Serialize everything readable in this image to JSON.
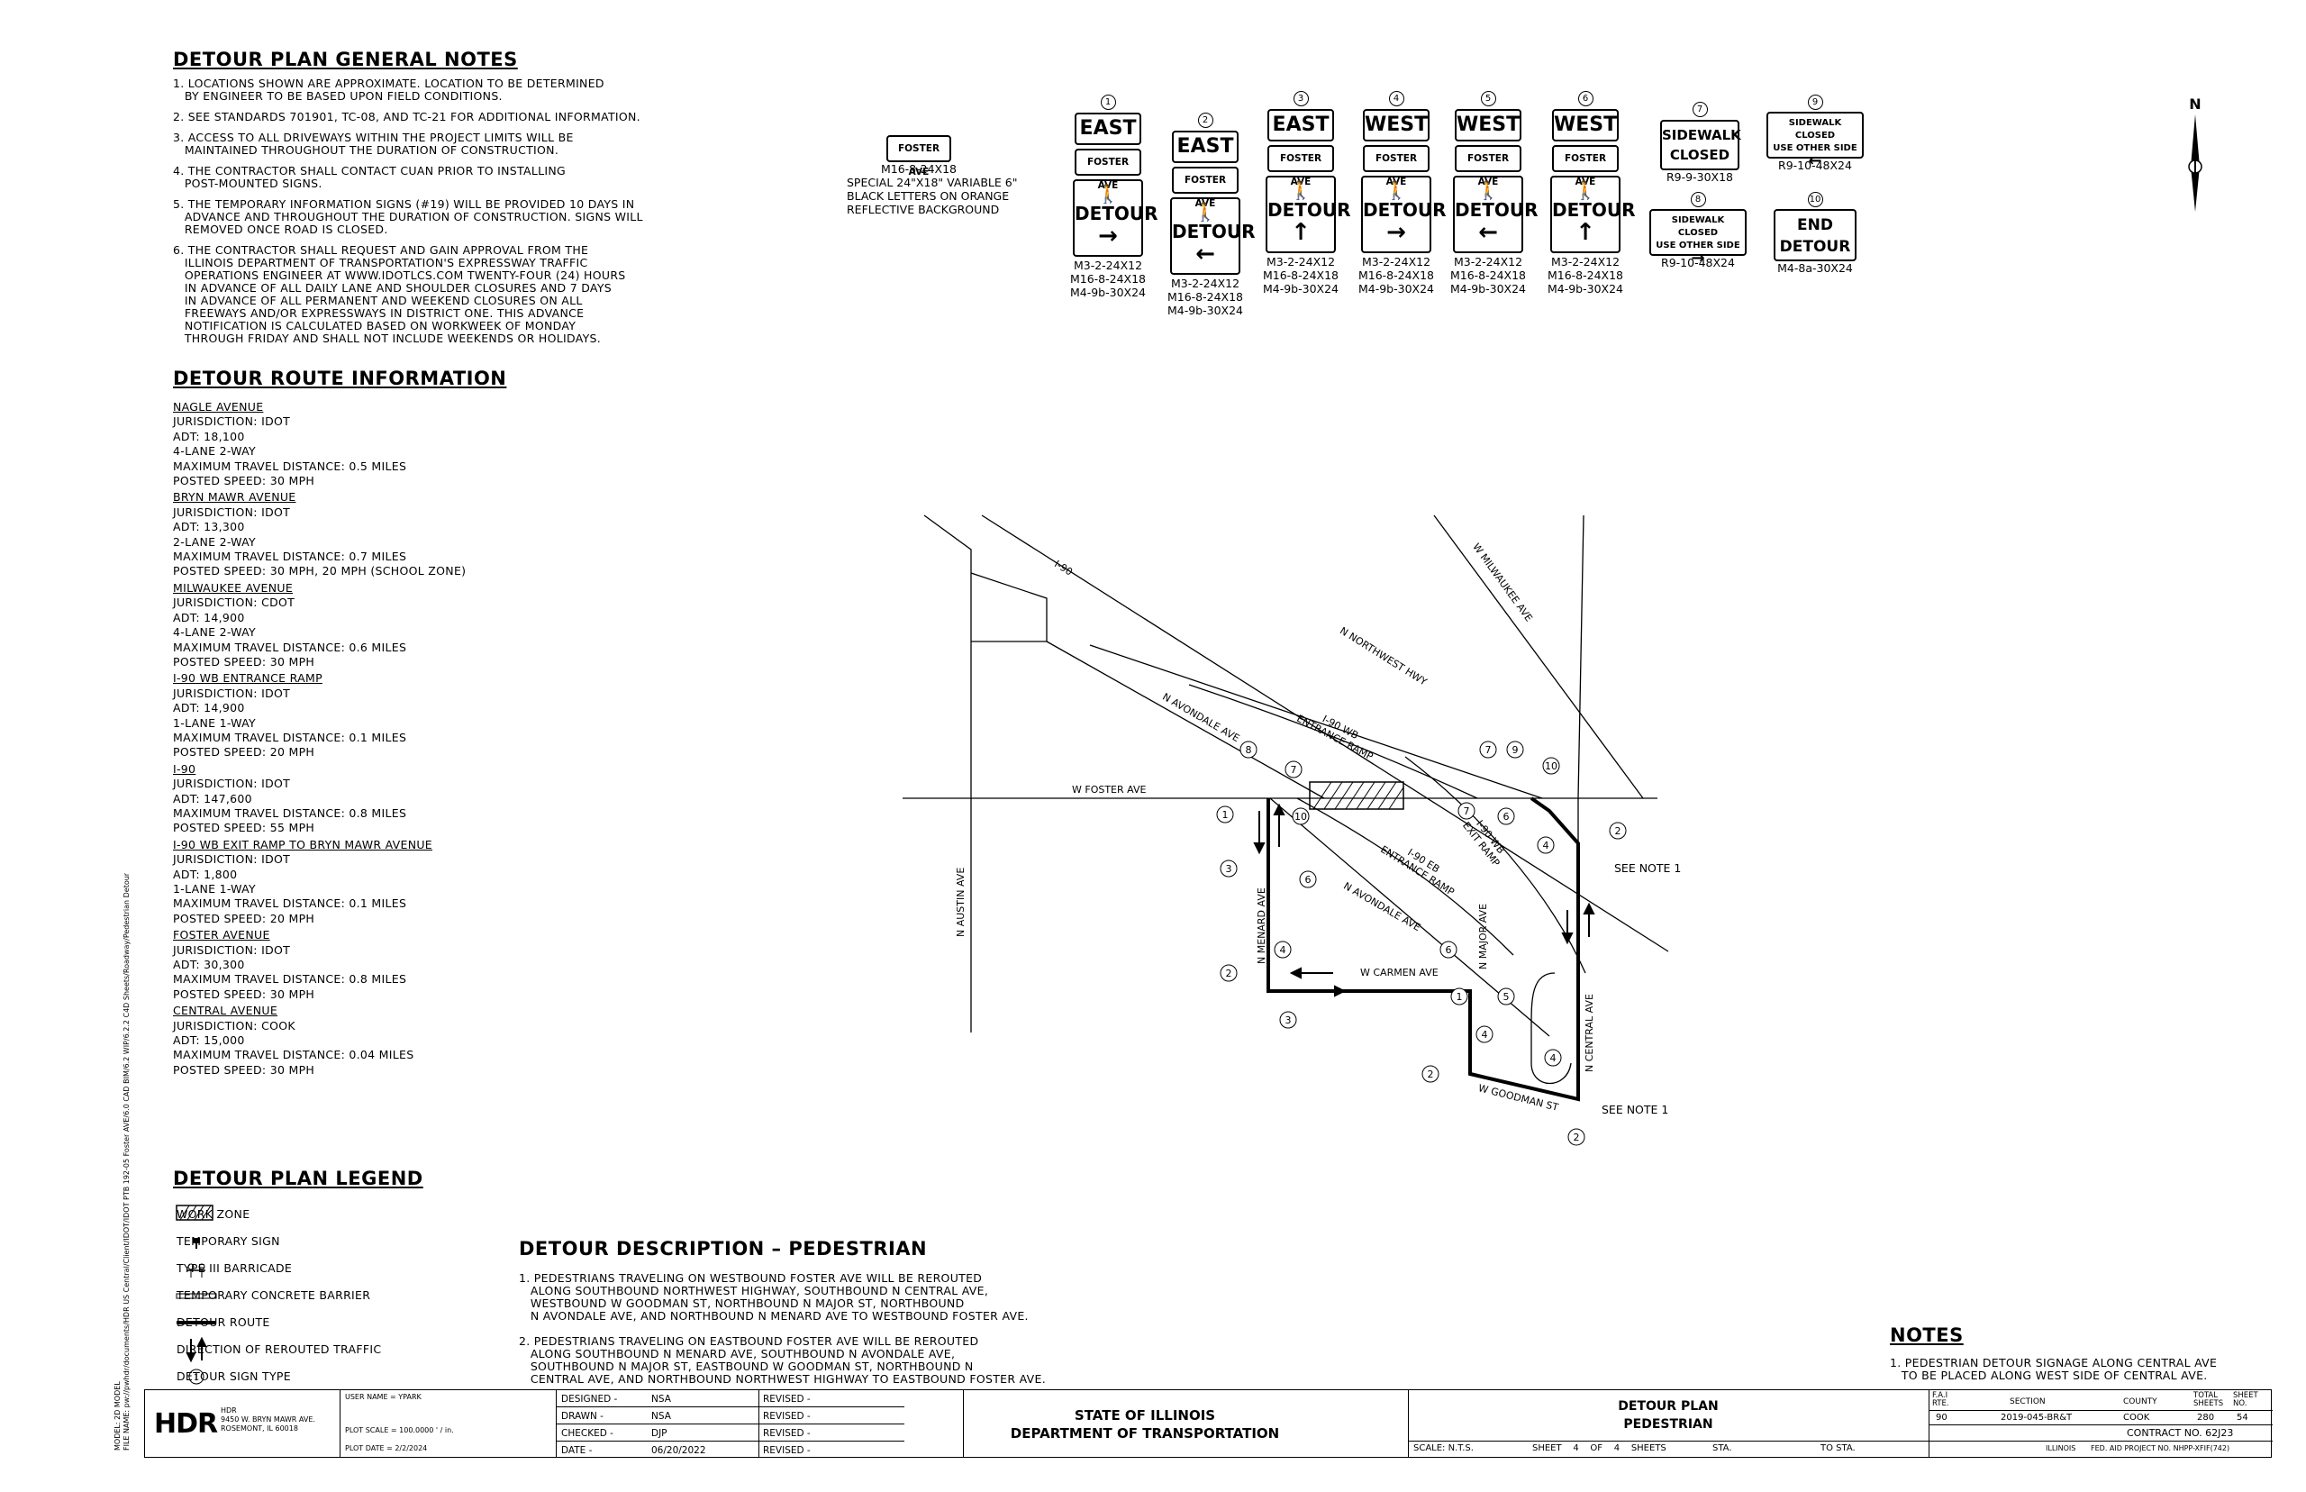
{
  "general_notes": {
    "title": "DETOUR PLAN GENERAL NOTES",
    "items": [
      "1. LOCATIONS SHOWN ARE APPROXIMATE. LOCATION TO BE DETERMINED\n   BY ENGINEER TO BE BASED UPON FIELD CONDITIONS.",
      "2. SEE STANDARDS 701901, TC-08, AND TC-21 FOR ADDITIONAL INFORMATION.",
      "3. ACCESS TO ALL DRIVEWAYS WITHIN THE PROJECT LIMITS WILL BE\n   MAINTAINED THROUGHOUT THE DURATION OF CONSTRUCTION.",
      "4. THE CONTRACTOR SHALL CONTACT CUAN PRIOR TO INSTALLING\n   POST-MOUNTED SIGNS.",
      "5. THE TEMPORARY INFORMATION SIGNS (#19) WILL BE PROVIDED 10 DAYS IN\n   ADVANCE AND THROUGHOUT THE DURATION OF CONSTRUCTION. SIGNS WILL\n   REMOVED ONCE ROAD IS CLOSED.",
      "6. THE CONTRACTOR SHALL REQUEST AND GAIN APPROVAL FROM THE\n   ILLINOIS DEPARTMENT OF TRANSPORTATION'S EXPRESSWAY TRAFFIC\n   OPERATIONS ENGINEER AT WWW.IDOTLCS.COM TWENTY-FOUR (24) HOURS\n   IN ADVANCE OF ALL DAILY LANE AND SHOULDER CLOSURES AND 7 DAYS\n   IN ADVANCE OF ALL PERMANENT AND WEEKEND CLOSURES ON ALL\n   FREEWAYS AND/OR EXPRESSWAYS IN DISTRICT ONE. THIS ADVANCE\n   NOTIFICATION IS CALCULATED BASED ON WORKWEEK OF MONDAY\n   THROUGH FRIDAY AND SHALL NOT INCLUDE WEEKENDS OR HOLIDAYS."
    ]
  },
  "route_info": {
    "title": "DETOUR ROUTE INFORMATION",
    "roads": [
      {
        "name": "NAGLE AVENUE",
        "lines": [
          "JURISDICTION: IDOT",
          "ADT: 18,100",
          "4-LANE 2-WAY",
          "MAXIMUM TRAVEL DISTANCE: 0.5 MILES",
          "POSTED SPEED: 30 MPH"
        ]
      },
      {
        "name": "BRYN MAWR AVENUE",
        "lines": [
          "JURISDICTION: IDOT",
          "ADT: 13,300",
          "2-LANE 2-WAY",
          "MAXIMUM TRAVEL DISTANCE: 0.7 MILES",
          "POSTED SPEED: 30 MPH, 20 MPH (SCHOOL ZONE)"
        ]
      },
      {
        "name": "MILWAUKEE AVENUE",
        "lines": [
          "JURISDICTION: CDOT",
          "ADT: 14,900",
          "4-LANE 2-WAY",
          "MAXIMUM TRAVEL DISTANCE: 0.6 MILES",
          "POSTED SPEED: 30 MPH"
        ]
      },
      {
        "name": "I-90 WB ENTRANCE RAMP",
        "lines": [
          "JURISDICTION: IDOT",
          "ADT: 14,900",
          "1-LANE 1-WAY",
          "MAXIMUM TRAVEL DISTANCE: 0.1 MILES",
          "POSTED SPEED: 20 MPH"
        ]
      },
      {
        "name": "I-90",
        "lines": [
          "JURISDICTION: IDOT",
          "ADT: 147,600",
          "MAXIMUM TRAVEL DISTANCE: 0.8 MILES",
          "POSTED SPEED: 55 MPH"
        ]
      },
      {
        "name": "I-90 WB EXIT RAMP TO BRYN MAWR AVENUE",
        "lines": [
          "JURISDICTION: IDOT",
          "ADT: 1,800",
          "1-LANE 1-WAY",
          "MAXIMUM TRAVEL DISTANCE: 0.1 MILES",
          "POSTED SPEED: 20 MPH"
        ]
      },
      {
        "name": "FOSTER AVENUE",
        "lines": [
          "JURISDICTION: IDOT",
          "ADT: 30,300",
          "MAXIMUM TRAVEL DISTANCE: 0.8 MILES",
          "POSTED SPEED: 30 MPH"
        ]
      },
      {
        "name": "CENTRAL AVENUE",
        "lines": [
          "JURISDICTION: COOK",
          "ADT: 15,000",
          "MAXIMUM TRAVEL DISTANCE: 0.04 MILES",
          "POSTED SPEED: 30 MPH"
        ]
      }
    ]
  },
  "signs": {
    "foster": {
      "plate": "FOSTER AVE",
      "code": "M16-8-24X18",
      "desc": "SPECIAL 24\"X18\" VARIABLE 6\"\nBLACK LETTERS ON ORANGE\nREFLECTIVE BACKGROUND"
    },
    "detour_signs": [
      {
        "num": "1",
        "dir": "EAST",
        "street": "FOSTER AVE",
        "word": "DETOUR",
        "arrow": "→",
        "codes": "M3-2-24X12\nM16-8-24X18\nM4-9b-30X24"
      },
      {
        "num": "2",
        "dir": "EAST",
        "street": "FOSTER AVE",
        "word": "DETOUR",
        "arrow": "←",
        "codes": "M3-2-24X12\nM16-8-24X18\nM4-9b-30X24"
      },
      {
        "num": "3",
        "dir": "EAST",
        "street": "FOSTER AVE",
        "word": "DETOUR",
        "arrow": "↑",
        "codes": "M3-2-24X12\nM16-8-24X18\nM4-9b-30X24"
      },
      {
        "num": "4",
        "dir": "WEST",
        "street": "FOSTER AVE",
        "word": "DETOUR",
        "arrow": "→",
        "codes": "M3-2-24X12\nM16-8-24X18\nM4-9b-30X24"
      },
      {
        "num": "5",
        "dir": "WEST",
        "street": "FOSTER AVE",
        "word": "DETOUR",
        "arrow": "←",
        "codes": "M3-2-24X12\nM16-8-24X18\nM4-9b-30X24"
      },
      {
        "num": "6",
        "dir": "WEST",
        "street": "FOSTER AVE",
        "word": "DETOUR",
        "arrow": "↑",
        "codes": "M3-2-24X12\nM16-8-24X18\nM4-9b-30X24"
      }
    ],
    "s7": {
      "num": "7",
      "l1": "SIDEWALK",
      "l2": "CLOSED",
      "code": "R9-9-30X18"
    },
    "s8": {
      "num": "8",
      "l1": "SIDEWALK CLOSED",
      "l2": "USE OTHER SIDE",
      "arrow": "→",
      "code": "R9-10-48X24"
    },
    "s9": {
      "num": "9",
      "l1": "SIDEWALK CLOSED",
      "l2": "USE OTHER SIDE",
      "arrow": "←",
      "code": "R9-10-48X24"
    },
    "s10": {
      "num": "10",
      "l1": "END",
      "l2": "DETOUR",
      "code": "M4-8a-30X24"
    }
  },
  "map": {
    "north": "N",
    "streets": {
      "foster": "W FOSTER AVE",
      "austin": "N AUSTIN AVE",
      "i90": "I-90",
      "nw_hwy": "N NORTHWEST HWY",
      "milwaukee": "W MILWAUKEE AVE",
      "avondale1": "N AVONDALE AVE",
      "avondale2": "N AVONDALE AVE",
      "wb_entrance": "I-90 WB\nENTRANCE RAMP",
      "eb_entrance": "I-90 EB\nENTRANCE RAMP",
      "wb_exit": "I-90 WB\nEXIT RAMP",
      "menard": "N MENARD AVE",
      "carmen": "W CARMEN AVE",
      "major": "N MAJOR AVE",
      "central": "N CENTRAL AVE",
      "goodman": "W GOODMAN ST"
    },
    "see_note": "SEE NOTE 1"
  },
  "legend": {
    "title": "DETOUR PLAN LEGEND",
    "items": [
      "WORK ZONE",
      "TEMPORARY SIGN",
      "TYPE III BARRICADE",
      "TEMPORARY CONCRETE BARRIER",
      "DETOUR ROUTE",
      "DIRECTION OF REROUTED TRAFFIC",
      "DETOUR SIGN TYPE"
    ],
    "circle_label": "1"
  },
  "description": {
    "title": "DETOUR DESCRIPTION – PEDESTRIAN",
    "items": [
      "1. PEDESTRIANS TRAVELING ON WESTBOUND FOSTER AVE WILL BE REROUTED\n   ALONG SOUTHBOUND NORTHWEST HIGHWAY, SOUTHBOUND N CENTRAL AVE,\n   WESTBOUND W GOODMAN ST, NORTHBOUND N MAJOR ST, NORTHBOUND\n   N AVONDALE AVE, AND NORTHBOUND N MENARD AVE TO WESTBOUND FOSTER AVE.",
      "2. PEDESTRIANS TRAVELING ON EASTBOUND FOSTER AVE WILL BE REROUTED\n   ALONG SOUTHBOUND N MENARD AVE, SOUTHBOUND N AVONDALE AVE,\n   SOUTHBOUND N MAJOR ST, EASTBOUND W GOODMAN ST, NORTHBOUND N\n   CENTRAL AVE, AND NORTHBOUND NORTHWEST HIGHWAY TO EASTBOUND FOSTER AVE."
    ]
  },
  "notes": {
    "title": "NOTES",
    "text": "1. PEDESTRIAN DETOUR SIGNAGE ALONG CENTRAL AVE\n   TO BE PLACED ALONG WEST SIDE OF CENTRAL AVE."
  },
  "side_text": "MODEL: 2D MODEL\nFILE NAME: pw://pwhdr/documents/HDR US Central/Client/IDOT/IDOT PTB 192-05 Foster AVE/6.0 CAD BIM/6.2 WIP/6.2.2 C4D Sheets/Roadway/Pedestrian Detour",
  "title_block": {
    "company": "HDR",
    "address": "HDR\n9450 W. BRYN MAWR AVE.\nROSEMONT, IL 60018",
    "user_name": "USER NAME  = YPARK",
    "plot_scale": "PLOT SCALE  = 100.0000 ' / in.",
    "plot_date": "PLOT DATE  = 2/2/2024",
    "designed": "DESIGNED  -",
    "designed_v": "NSA",
    "drawn": "DRAWN  -",
    "drawn_v": "NSA",
    "checked": "CHECKED  -",
    "checked_v": "DJP",
    "date": "DATE  -",
    "date_v": "06/20/2022",
    "revised": "REVISED  -",
    "state": "STATE OF ILLINOIS",
    "dept": "DEPARTMENT OF TRANSPORTATION",
    "plan1": "DETOUR PLAN",
    "plan2": "PEDESTRIAN",
    "scale": "SCALE: N.T.S.",
    "sheet": "SHEET    4    OF    4    SHEETS",
    "sta": "STA.",
    "to_sta": "TO STA.",
    "fai": "F.A.I\nRTE.",
    "section": "SECTION",
    "county": "COUNTY",
    "total": "TOTAL\nSHEETS",
    "sheetno": "SHEET\nNO.",
    "fai_v": "90",
    "section_v": "2019-045-BR&T",
    "county_v": "COOK",
    "total_v": "280",
    "sheetno_v": "54",
    "contract": "CONTRACT NO. 62J23",
    "illinois": "ILLINOIS",
    "fed": "FED. AID PROJECT  NO. NHPP-XFIF(742)"
  }
}
